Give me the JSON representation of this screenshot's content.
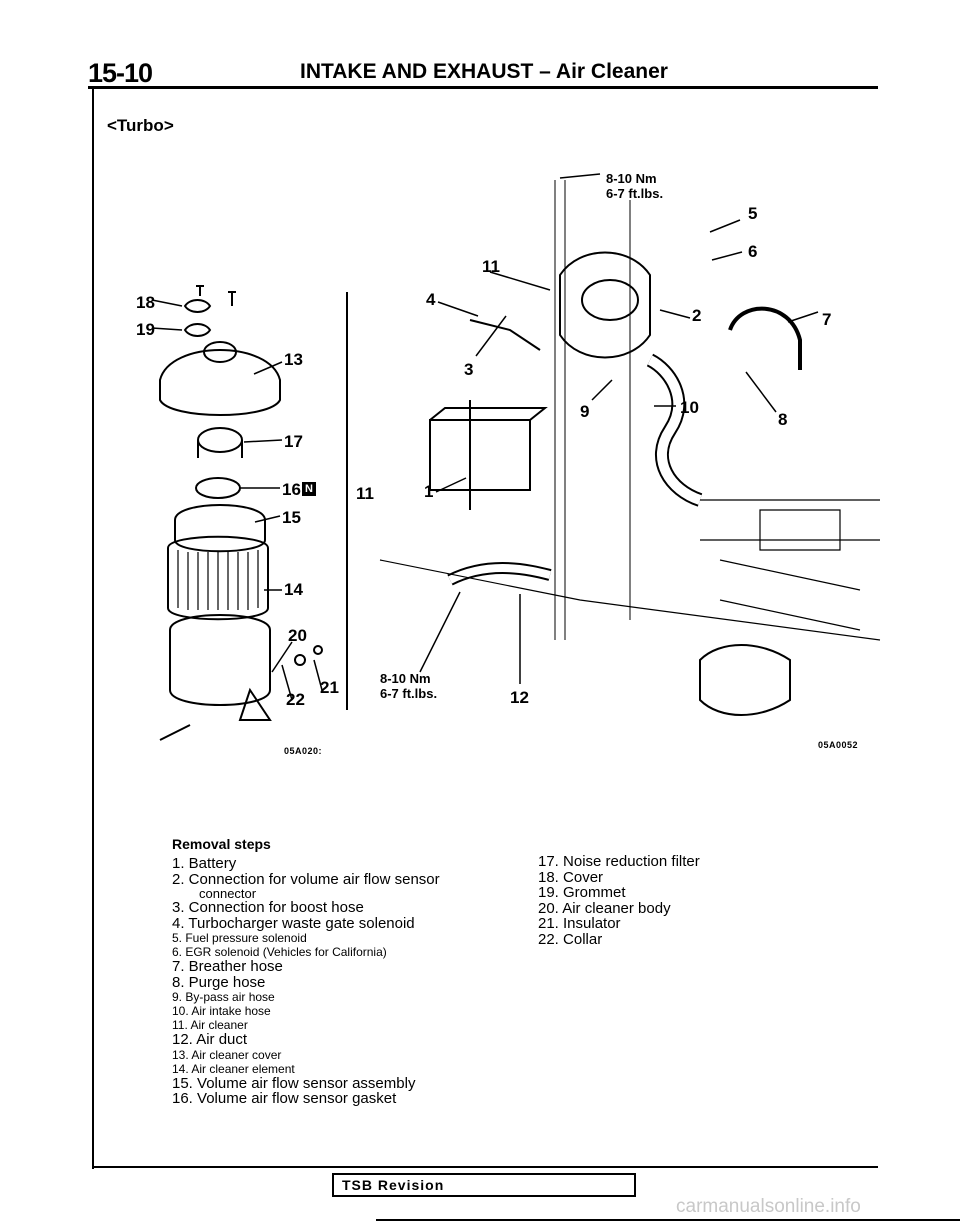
{
  "header": {
    "page_number": "15-10",
    "title": "INTAKE AND EXHAUST – Air Cleaner"
  },
  "variant_label": "<Turbo>",
  "figure_left": {
    "code": "05A020:",
    "callouts": [
      "18",
      "19",
      "13",
      "17",
      "16",
      "15",
      "14",
      "20",
      "21",
      "22"
    ]
  },
  "figure_right": {
    "code": "05A0052",
    "callouts": [
      "11",
      "5",
      "6",
      "4",
      "2",
      "7",
      "3",
      "9",
      "10",
      "8",
      "11",
      "1",
      "12"
    ],
    "torque_top": [
      "8-10 Nm",
      "6-7 ft.lbs."
    ],
    "torque_bottom": [
      "8-10 Nm",
      "6-7 ft.lbs."
    ]
  },
  "removal": {
    "heading": "Removal steps",
    "left_steps": [
      "1. Battery",
      "2. Connection for volume air flow sensor",
      "connector",
      "3. Connection for boost hose",
      "4. Turbocharger waste gate solenoid",
      "5. Fuel pressure solenoid",
      "6. EGR solenoid (Vehicles for California)",
      "7. Breather hose",
      "8. Purge hose",
      "9. By-pass air hose",
      "10. Air intake hose",
      "11. Air cleaner",
      "12. Air duct",
      "13. Air cleaner cover",
      "14. Air cleaner element",
      "15. Volume air flow sensor assembly",
      "16. Volume air flow sensor gasket"
    ],
    "right_steps": [
      "17. Noise reduction filter",
      "18. Cover",
      "19. Grommet",
      "20. Air cleaner body",
      "21. Insulator",
      "22. Collar"
    ]
  },
  "footer": {
    "tsb_label": "TSB Revision",
    "watermark": "carmanualsonline.info"
  }
}
